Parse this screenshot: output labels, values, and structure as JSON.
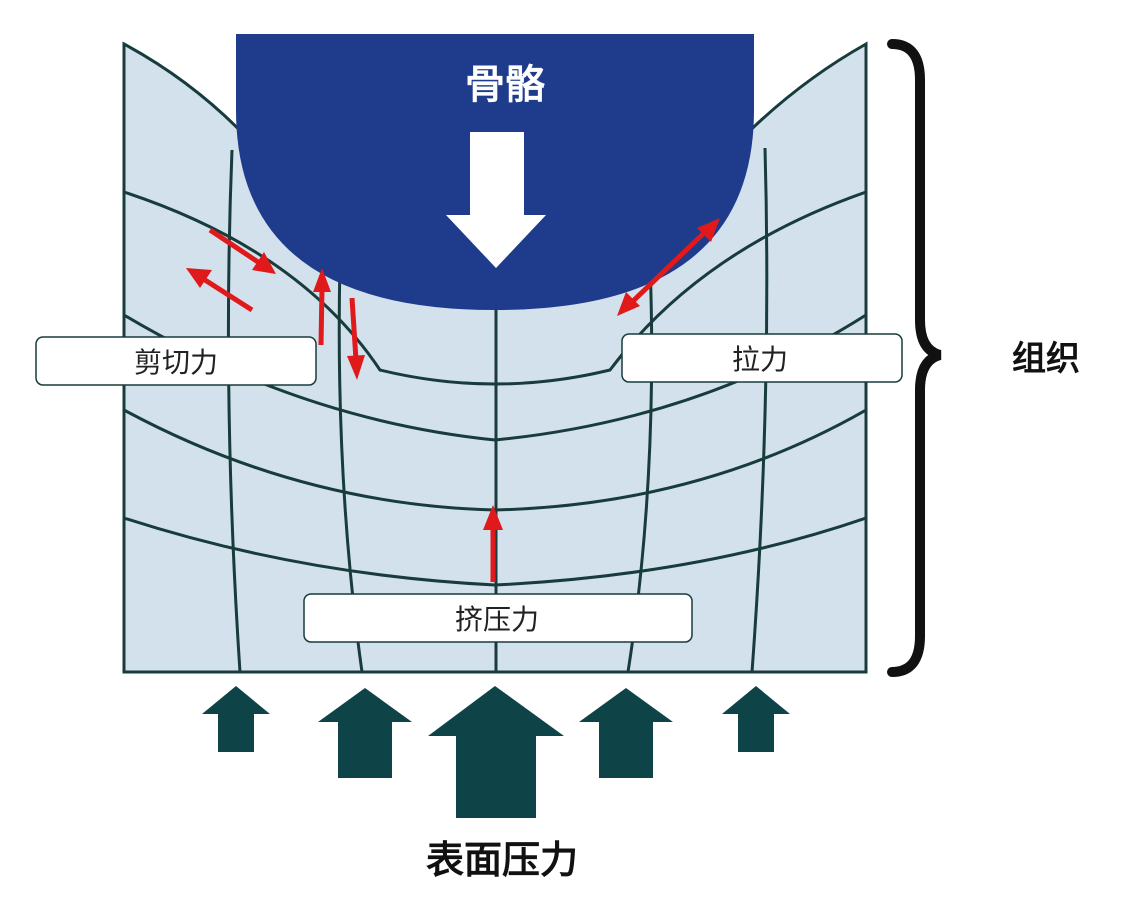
{
  "bone": {
    "label": "骨骼"
  },
  "tissue": {
    "label": "组织"
  },
  "forces": {
    "shear": "剪切力",
    "tension": "拉力",
    "compression": "挤压力"
  },
  "surface": {
    "label": "表面压力"
  },
  "colors": {
    "bone": "#1f3b8c",
    "tissue_fill": "#d3e1ec",
    "grid_line": "#183c3c",
    "force_arrow": "#e0191b",
    "surface_arrow": "#0e4448"
  },
  "icons": {
    "bone_arrow": "down-arrow-icon",
    "surface_arrows": "up-arrow-icon",
    "force_arrows": "double-arrow-icon"
  }
}
